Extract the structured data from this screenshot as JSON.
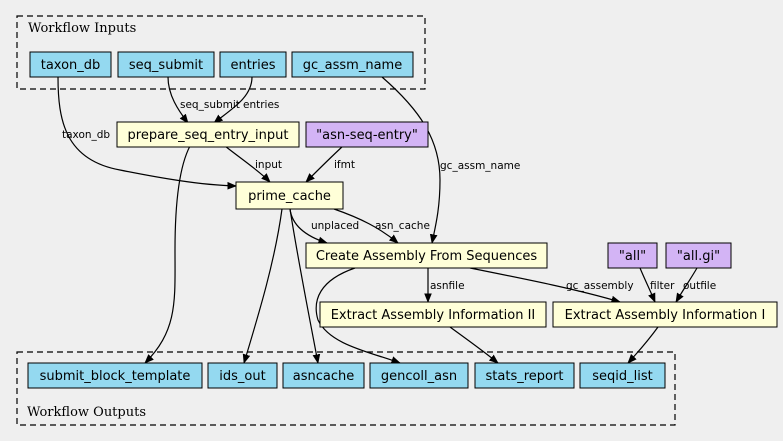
{
  "clusters": {
    "inputs_title": "Workflow Inputs",
    "outputs_title": "Workflow Outputs"
  },
  "colors": {
    "input_fill": "#94d9f0",
    "step_fill": "#ffffd8",
    "literal_fill": "#d3b4f5",
    "background": "#efefef"
  },
  "nodes": {
    "taxon_db": "taxon_db",
    "seq_submit": "seq_submit",
    "entries": "entries",
    "gc_assm_name": "gc_assm_name",
    "prepare_seq_entry_input": "prepare_seq_entry_input",
    "asn_seq_entry": "\"asn-seq-entry\"",
    "prime_cache": "prime_cache",
    "create_assembly": "Create Assembly From Sequences",
    "all": "\"all\"",
    "all_gi": "\"all.gi\"",
    "extract_info_2": "Extract Assembly Information II",
    "extract_info_1": "Extract Assembly Information I",
    "submit_block_template": "submit_block_template",
    "ids_out": "ids_out",
    "asncache": "asncache",
    "gencoll_asn": "gencoll_asn",
    "stats_report": "stats_report",
    "seqid_list": "seqid_list"
  },
  "edge_labels": {
    "seq_submit": "seq_submit",
    "entries": "entries",
    "taxon_db": "taxon_db",
    "gc_assm_name": "gc_assm_name",
    "input": "input",
    "ifmt": "ifmt",
    "unplaced": "unplaced",
    "asn_cache": "asn_cache",
    "asnfile": "asnfile",
    "gc_assembly": "gc_assembly",
    "filter": "filter",
    "outfile": "outfile"
  }
}
